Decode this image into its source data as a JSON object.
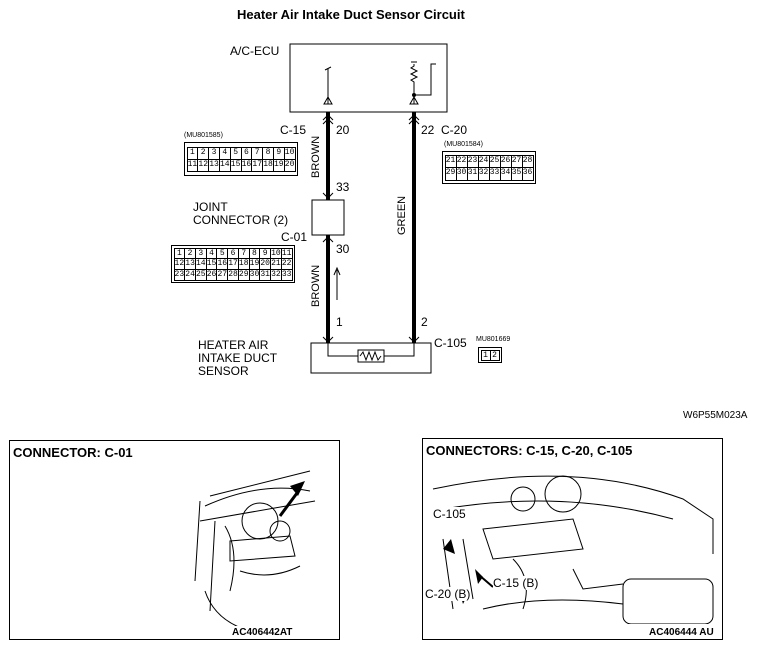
{
  "title": "Heater Air Intake Duct Sensor Circuit",
  "ecu_label": "A/C-ECU",
  "wires": {
    "left_top_pin": "20",
    "left_top_conn": "C-15",
    "left_color_top": "BROWN",
    "joint_pin_top": "33",
    "joint_label_1": "JOINT",
    "joint_label_2": "CONNECTOR (2)",
    "joint_conn": "C-01",
    "joint_pin_bottom": "30",
    "left_color_bottom": "BROWN",
    "left_bottom_pin": "1",
    "right_top_pin": "22",
    "right_top_conn": "C-20",
    "right_color": "GREEN",
    "right_bottom_pin": "2"
  },
  "sensor": {
    "label_1": "HEATER AIR",
    "label_2": "INTAKE DUCT",
    "label_3": "SENSOR",
    "conn": "C-105",
    "part_no": "MU801669",
    "pins": [
      "1",
      "2"
    ]
  },
  "c15": {
    "part_no": "(MU801585)",
    "row1": [
      "1",
      "2",
      "3",
      "4",
      "5",
      "6",
      "7",
      "8",
      "9",
      "10"
    ],
    "row2": [
      "11",
      "12",
      "13",
      "14",
      "15",
      "16",
      "17",
      "18",
      "19",
      "20"
    ]
  },
  "c20": {
    "part_no": "(MU801584)",
    "row1": [
      "21",
      "22",
      "23",
      "24",
      "25",
      "26",
      "27",
      "28"
    ],
    "row2": [
      "29",
      "30",
      "31",
      "32",
      "33",
      "34",
      "35",
      "36"
    ]
  },
  "c01": {
    "row1": [
      "1",
      "2",
      "3",
      "4",
      "5",
      "6",
      "7",
      "8",
      "9",
      "10",
      "11"
    ],
    "row2": [
      "12",
      "13",
      "14",
      "15",
      "16",
      "17",
      "18",
      "19",
      "20",
      "21",
      "22"
    ],
    "row3": [
      "23",
      "24",
      "25",
      "26",
      "27",
      "28",
      "29",
      "30",
      "31",
      "32",
      "33"
    ]
  },
  "figure_code": "W6P55M023A",
  "panel_left": {
    "title": "CONNECTOR: C-01",
    "code": "AC406442AT"
  },
  "panel_right": {
    "title": "CONNECTORS: C-15, C-20, C-105",
    "code": "AC406444 AU",
    "callout_c105": "C-105",
    "callout_c15": "C-15 (B)",
    "callout_c20": "C-20 (B)"
  }
}
